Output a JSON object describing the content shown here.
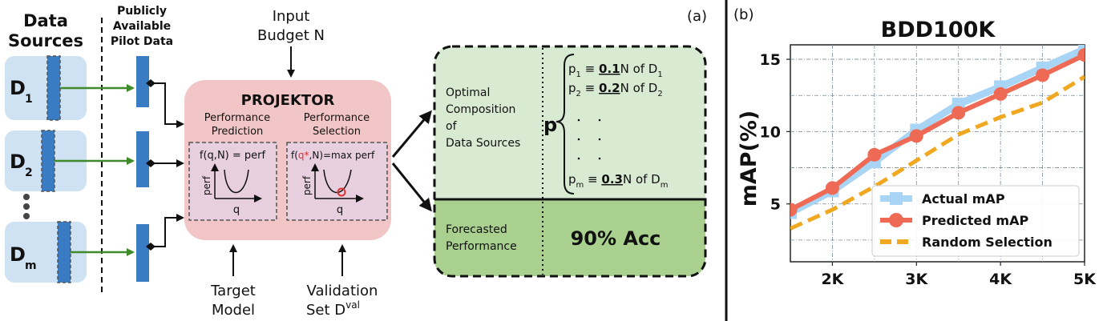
{
  "panel_a": {
    "label": "(a)",
    "data_sources_title_1": "Data",
    "data_sources_title_2": "Sources",
    "sources": [
      {
        "name": "D",
        "sub": "1"
      },
      {
        "name": "D",
        "sub": "2"
      },
      {
        "name": "D",
        "sub": "m"
      }
    ],
    "pilot_title_1": "Publicly",
    "pilot_title_2": "Available",
    "pilot_title_3": "Pilot Data",
    "input_budget_1": "Input",
    "input_budget_2": "Budget N",
    "projektor_title": "PROJEKTOR",
    "perf_pred_1": "Performance",
    "perf_pred_2": "Prediction",
    "perf_sel_1": "Performance",
    "perf_sel_2": "Selection",
    "formula_pred": "f(q,N) = perf",
    "formula_sel_a": "f(",
    "formula_sel_q": "q*",
    "formula_sel_b": ",N)=max perf",
    "axis_perf": "perf",
    "axis_q": "q",
    "target_model_1": "Target",
    "target_model_2": "Model",
    "validation_1": "Validation",
    "validation_2": "Set D",
    "validation_sup": "val",
    "optimal_1": "Optimal",
    "optimal_2": "Composition",
    "optimal_3": "of",
    "optimal_4": "Data Sources",
    "p_symbol": "p",
    "compositions": [
      {
        "p": "p",
        "p_sub": "1",
        "eq": " ≡ ",
        "frac": "0.1",
        "rest": "N of D",
        "d_sub": "1"
      },
      {
        "p": "p",
        "p_sub": "2",
        "eq": " ≡ ",
        "frac": "0.2",
        "rest": "N of D",
        "d_sub": "2"
      },
      {
        "p": "p",
        "p_sub": "m",
        "eq": " ≡ ",
        "frac": "0.3",
        "rest": "N of D",
        "d_sub": "m"
      }
    ],
    "forecast_1": "Forecasted",
    "forecast_2": "Performance",
    "forecast_value": "90% Acc",
    "colors": {
      "source_box": "#cfe2f3",
      "bar_blue": "#3a7cc4",
      "green_arrow": "#3f8a2a",
      "projektor_bg": "#f2c6c6",
      "inner_box": "#e7cfe0",
      "comp_bg": "#d9ead3",
      "forecast_bg": "#a9d08e",
      "red": "#e03030"
    }
  },
  "panel_b": {
    "label": "(b)",
    "chart_data": {
      "type": "line",
      "title": "BDD100K",
      "xlabel": "",
      "ylabel": "mAP(%)",
      "xlim": [
        1500,
        5000
      ],
      "ylim": [
        1.0,
        16.0
      ],
      "xticks": [
        2000,
        3000,
        4000,
        5000
      ],
      "xtick_labels": [
        "2K",
        "3K",
        "4K",
        "5K"
      ],
      "yticks": [
        5,
        10,
        15
      ],
      "ytick_labels": [
        "5",
        "10",
        "15"
      ],
      "grid": true,
      "legend_position": "bottom-right",
      "series": [
        {
          "name": "Actual mAP",
          "color": "#a8d4f5",
          "style": "solid-square",
          "x": [
            1500,
            2000,
            2500,
            3000,
            3500,
            4000,
            4500,
            5000
          ],
          "y": [
            4.4,
            5.9,
            7.9,
            10.1,
            11.9,
            13.1,
            14.4,
            15.7
          ]
        },
        {
          "name": "Predicted mAP",
          "color": "#ee6a55",
          "style": "solid-circle",
          "x": [
            1500,
            2000,
            2500,
            3000,
            3500,
            4000,
            4500,
            5000
          ],
          "y": [
            4.6,
            6.1,
            8.4,
            9.7,
            11.3,
            12.6,
            13.9,
            15.3
          ]
        },
        {
          "name": "Random Selection",
          "color": "#f0a820",
          "style": "dashed",
          "x": [
            1500,
            2000,
            2500,
            3000,
            3500,
            4000,
            4500,
            5000
          ],
          "y": [
            3.3,
            4.6,
            6.2,
            8.0,
            9.8,
            11.0,
            12.0,
            13.8
          ]
        }
      ]
    }
  }
}
